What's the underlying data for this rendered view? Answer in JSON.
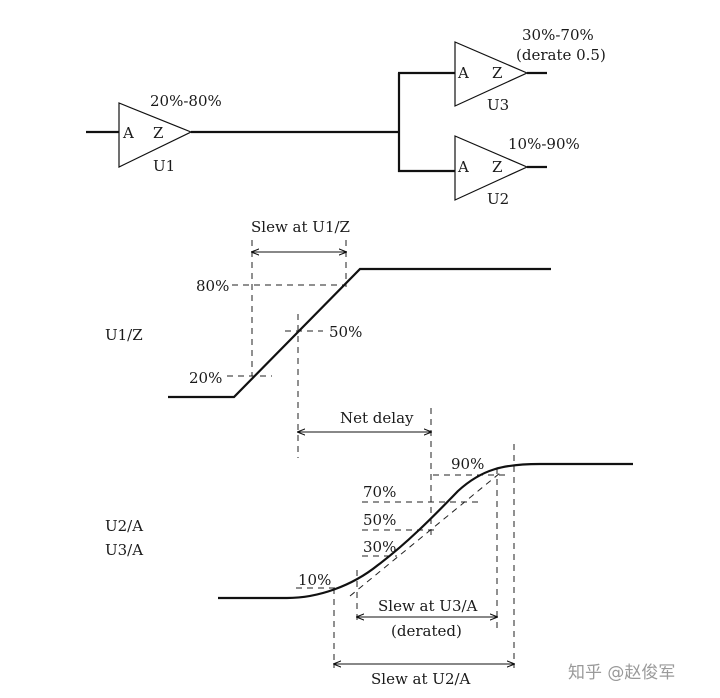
{
  "gates": {
    "u1": {
      "name": "U1",
      "pin_in": "A",
      "pin_out": "Z",
      "threshold": "20%-80%"
    },
    "u2": {
      "name": "U2",
      "pin_in": "A",
      "pin_out": "Z",
      "threshold": "10%-90%"
    },
    "u3": {
      "name": "U3",
      "pin_in": "A",
      "pin_out": "Z",
      "threshold": "30%-70%",
      "derate_note": "(derate 0.5)"
    }
  },
  "waveform_u1z": {
    "label": "U1/Z",
    "level_80": "80%",
    "level_50": "50%",
    "level_20": "20%",
    "slew_label": "Slew at U1/Z"
  },
  "net_delay": "Net delay",
  "waveform_u2a": {
    "label_u2": "U2/A",
    "label_u3": "U3/A",
    "level_90": "90%",
    "level_70": "70%",
    "level_50": "50%",
    "level_30": "30%",
    "level_10": "10%",
    "slew_u3_label": "Slew at U3/A",
    "slew_u3_sub": "(derated)",
    "slew_u2_label": "Slew at U2/A"
  },
  "watermark": "知乎 @赵俊军",
  "icons": {
    "arrowhead": "arrowhead-icon",
    "buffer": "buffer-triangle-icon"
  }
}
